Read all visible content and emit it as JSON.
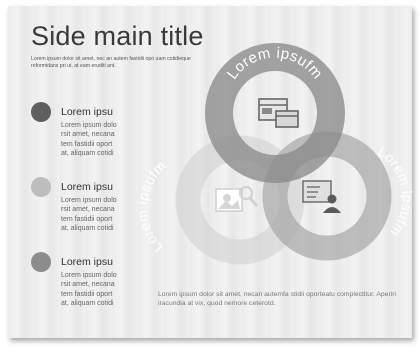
{
  "title": "Side main title",
  "subtitle": "Lorem ipsum dolor sit amet, nec an autem fastidii opo uam cotidieque reformidans pri ut, at eam eruditi ant.",
  "bullets": [
    {
      "heading": "Lorem ipsu",
      "lines": [
        "Lorem ipsum dolo",
        "rsit amet, necana",
        "tem fastidii oport",
        "at, aliquam cotidi"
      ],
      "color": "#5f5f5f"
    },
    {
      "heading": "Lorem ipsu",
      "lines": [
        "Lorem ipsum dolo",
        "rsit amet, necana",
        "tem fastidii oport",
        "at, aliquam cotidi"
      ],
      "color": "#bdbdbd"
    },
    {
      "heading": "Lorem ipsu",
      "lines": [
        "Lorem ipsum dolo",
        "rsit amet, necana",
        "tem fastidii oport",
        "at, aliquam cotidi"
      ],
      "color": "#8d8d8d"
    }
  ],
  "circles": [
    {
      "label": "Lorem ipsufm",
      "icon": "browser-windows-icon",
      "color": "#8a8a8a"
    },
    {
      "label": "Lorem ipsufm",
      "icon": "image-search-icon",
      "color": "#d2d2d2"
    },
    {
      "label": "Lorem ipsufm",
      "icon": "user-profile-icon",
      "color": "#a6a6a6"
    }
  ],
  "caption": "Lorem ipsum dolor sit amet, necan autemfa stidii oporteatu complectitur. Aperiri iracundia at vix, quod nemore ceterotd."
}
